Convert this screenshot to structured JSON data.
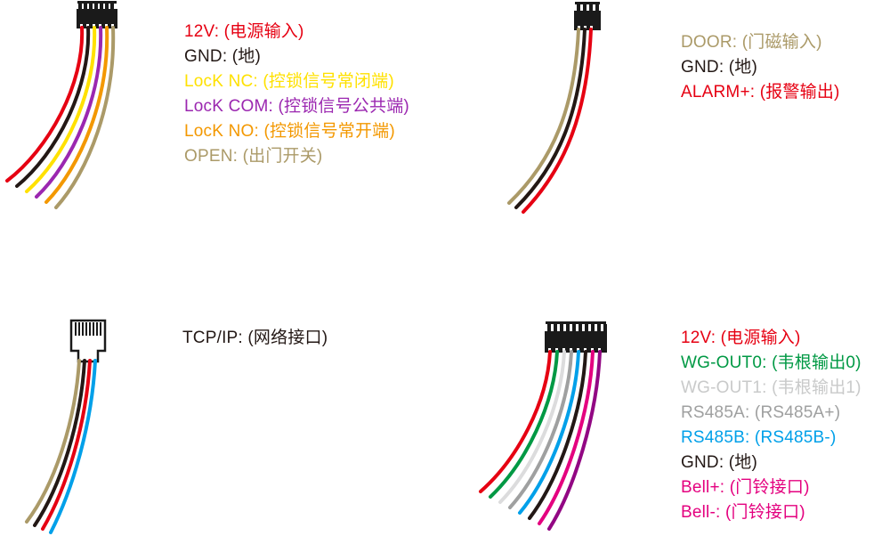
{
  "page": {
    "background": "#ffffff",
    "connector_color": "#1a1a1a"
  },
  "sections": {
    "top_left": {
      "connector": "6-pin-terminal",
      "labels": [
        {
          "text": "12V: (电源输入)",
          "color": "#e60012"
        },
        {
          "text": "GND: (地)",
          "color": "#231815"
        },
        {
          "text": "LocK NC: (控锁信号常闭端)",
          "color": "#ffe100"
        },
        {
          "text": "LocK COM: (控锁信号公共端)",
          "color": "#9b27b0"
        },
        {
          "text": "LocK NO: (控锁信号常开端)",
          "color": "#f39800"
        },
        {
          "text": "OPEN: (出门开关)",
          "color": "#ab9a68"
        }
      ],
      "wires": [
        {
          "name": "12v",
          "color": "#e60012"
        },
        {
          "name": "gnd",
          "color": "#231815"
        },
        {
          "name": "lock-nc",
          "color": "#ffe100"
        },
        {
          "name": "lock-com",
          "color": "#9b27b0"
        },
        {
          "name": "lock-no",
          "color": "#f39800"
        },
        {
          "name": "open",
          "color": "#ab9a68"
        }
      ]
    },
    "top_right": {
      "connector": "3-pin-terminal",
      "labels": [
        {
          "text": "DOOR: (门磁输入)",
          "color": "#ab9a68"
        },
        {
          "text": "GND: (地)",
          "color": "#231815"
        },
        {
          "text": "ALARM+: (报警输出)",
          "color": "#e60012"
        }
      ],
      "wires": [
        {
          "name": "door",
          "color": "#ab9a68"
        },
        {
          "name": "gnd",
          "color": "#231815"
        },
        {
          "name": "alarm-plus",
          "color": "#e60012"
        }
      ]
    },
    "bottom_left": {
      "connector": "rj45-plug",
      "labels": [
        {
          "text": "TCP/IP: (网络接口)",
          "color": "#231815"
        }
      ],
      "wires": [
        {
          "name": "tcp-wire-1",
          "color": "#ab9a68"
        },
        {
          "name": "tcp-wire-2",
          "color": "#231815"
        },
        {
          "name": "tcp-wire-3",
          "color": "#e60012"
        },
        {
          "name": "tcp-wire-4",
          "color": "#00a0e9"
        }
      ]
    },
    "bottom_right": {
      "connector": "8-pin-terminal",
      "labels": [
        {
          "text": "12V: (电源输入)",
          "color": "#e60012"
        },
        {
          "text": "WG-OUT0: (韦根输出0)",
          "color": "#009944"
        },
        {
          "text": "WG-OUT1: (韦根输出1)",
          "color": "#c9caca"
        },
        {
          "text": "RS485A: (RS485A+)",
          "color": "#9fa0a0"
        },
        {
          "text": "RS485B: (RS485B-)",
          "color": "#00a0e9"
        },
        {
          "text": "GND: (地)",
          "color": "#231815"
        },
        {
          "text": "Bell+: (门铃接口)",
          "color": "#e4007f"
        },
        {
          "text": "Bell-: (门铃接口)",
          "color": "#e4007f"
        }
      ],
      "wires": [
        {
          "name": "12v",
          "color": "#e60012"
        },
        {
          "name": "wg-out0",
          "color": "#009944"
        },
        {
          "name": "wg-out1",
          "color": "#dcdcdd"
        },
        {
          "name": "rs485a",
          "color": "#9fa0a0"
        },
        {
          "name": "rs485b",
          "color": "#00a0e9"
        },
        {
          "name": "gnd",
          "color": "#231815"
        },
        {
          "name": "bell-plus",
          "color": "#e4007f"
        },
        {
          "name": "bell-minus",
          "color": "#920783"
        }
      ]
    }
  }
}
